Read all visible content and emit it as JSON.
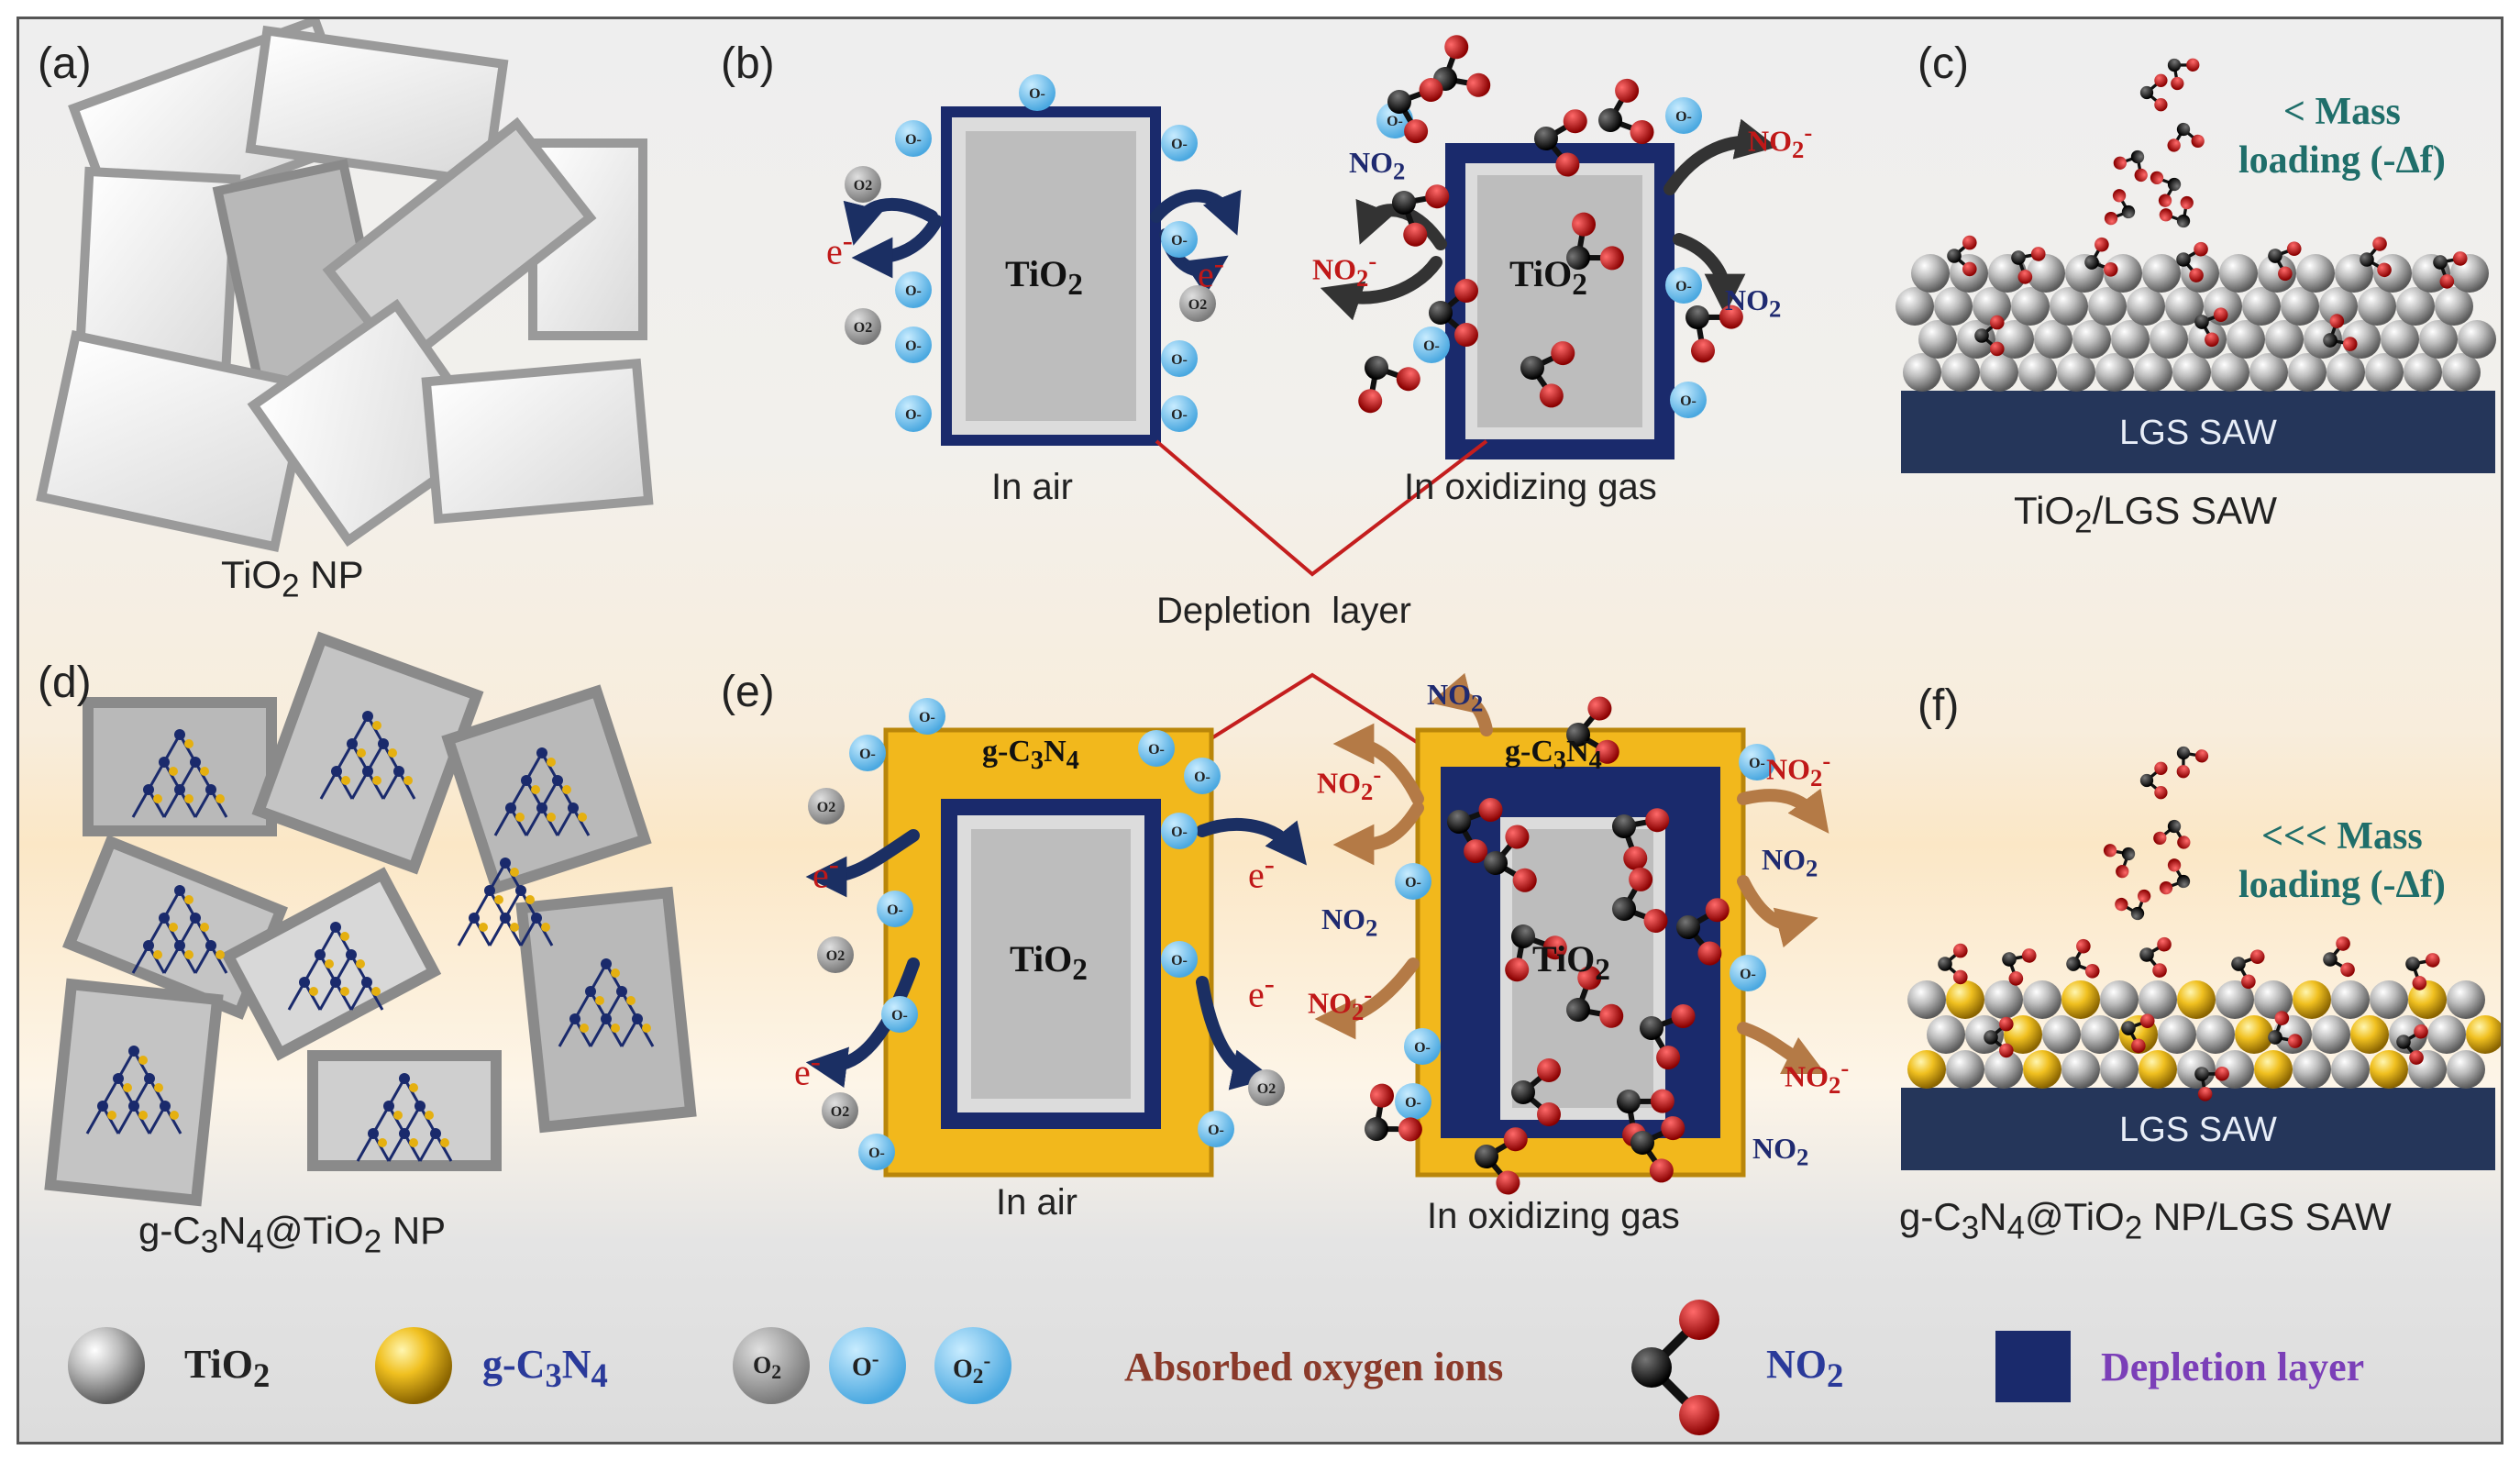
{
  "panels": {
    "a": {
      "label": "(a)",
      "caption_main": "TiO",
      "caption_sub": "2",
      "caption_tail": " NP"
    },
    "b": {
      "label": "(b)",
      "air": "In air",
      "gas": "In oxidizing gas",
      "core": "TiO",
      "core_sub": "2"
    },
    "c": {
      "label": "(c)",
      "mass_line1": "< Mass",
      "mass_line2": "loading (-Δf)",
      "saw": "LGS SAW",
      "caption_main": "TiO",
      "caption_sub": "2",
      "caption_tail": "/LGS SAW"
    },
    "d": {
      "label": "(d)",
      "caption_a": "g-C",
      "caption_b": "3",
      "caption_c": "N",
      "caption_d": "4",
      "caption_e": "@TiO",
      "caption_f": "2",
      "caption_g": " NP"
    },
    "e": {
      "label": "(e)",
      "air": "In air",
      "gas": "In oxidizing gas",
      "core": "TiO",
      "core_sub": "2",
      "shell_a": "g-C",
      "shell_b": "3",
      "shell_c": "N",
      "shell_d": "4"
    },
    "f": {
      "label": "(f)",
      "mass_line1": "<<< Mass",
      "mass_line2": "loading (-Δf)",
      "saw": "LGS SAW",
      "caption_a": "g-C",
      "caption_b": "3",
      "caption_c": "N",
      "caption_d": "4",
      "caption_e": "@TiO",
      "caption_f": "2",
      "caption_g": " NP/LGS SAW"
    }
  },
  "center": {
    "depletion": "Depletion  layer"
  },
  "species": {
    "electron": "e",
    "electron_sup": "-",
    "no2": "NO",
    "no2_sub": "2",
    "no2_ion": "NO",
    "no2_ion_sub": "2",
    "no2_ion_sup": "-",
    "o2": "O",
    "o2_sub": "2",
    "o_minus": "O",
    "o_minus_sup": "-",
    "o2_minus_sup": "-"
  },
  "legend": {
    "tio2": "TiO",
    "tio2_sub": "2",
    "gcn_a": "g-C",
    "gcn_b": "3",
    "gcn_c": "N",
    "gcn_d": "4",
    "o2": "O",
    "o2_sub": "2",
    "ominus": "O",
    "ominus_sup": "-",
    "o2minus": "O",
    "o2minus_sub": "2",
    "o2minus_sup": "-",
    "absorbed": "Absorbed oxygen ions",
    "no2": "NO",
    "no2_sub": "2",
    "depletion": "Depletion layer"
  },
  "colors": {
    "depletion": "#1a2a6c",
    "gcn_shell": "#f2b81c",
    "tio2": "#c9c9c9",
    "o_ion": "#5fb9ea",
    "no2_red": "#c01818",
    "arrow_air": "#1b2f63",
    "arrow_gas_b": "#333333",
    "arrow_gas_e": "#b47a46",
    "mass_text": "#1f6e6a",
    "absorbed_text": "#8a3a2a",
    "legend_depl_text": "#7b3fb8"
  },
  "icons": [
    "o2-molecule-icon",
    "o-minus-ion-icon",
    "o2-minus-ion-icon",
    "no2-molecule-icon",
    "tio2-sphere-icon",
    "gcn-sphere-icon",
    "depletion-square-icon",
    "electron-arrow-icon"
  ]
}
